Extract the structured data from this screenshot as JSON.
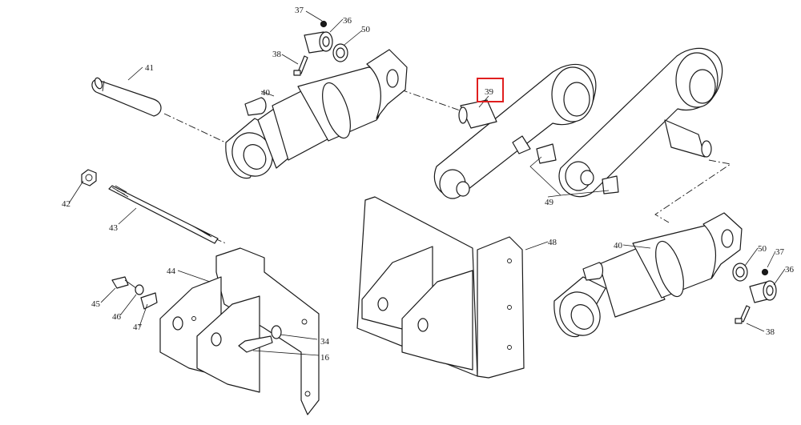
{
  "diagram": {
    "callouts": [
      "37",
      "36",
      "50",
      "38",
      "41",
      "40",
      "39",
      "42",
      "43",
      "49",
      "48",
      "40",
      "50",
      "37",
      "36",
      "38",
      "44",
      "45",
      "46",
      "47",
      "34",
      "16"
    ],
    "highlight": {
      "label": "39",
      "color": "#e01f1f"
    }
  }
}
